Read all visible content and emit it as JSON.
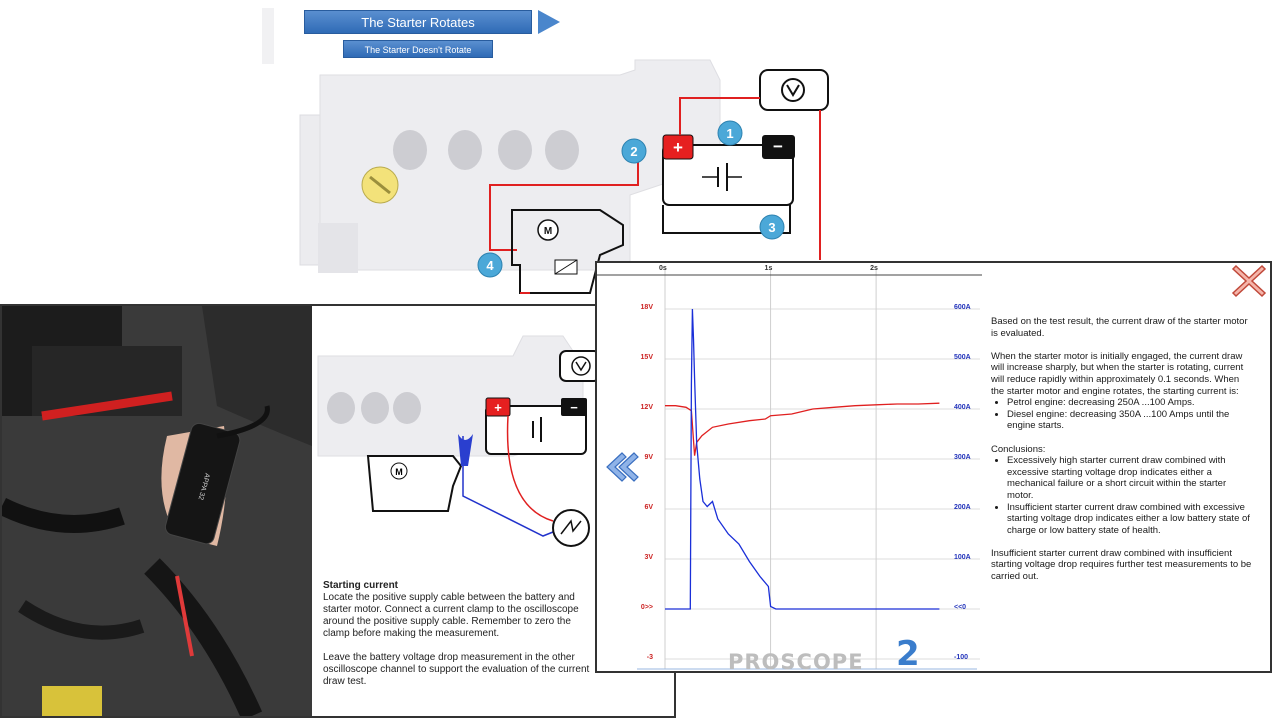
{
  "nav": {
    "primary_label": "The Starter Rotates",
    "secondary_label": "The Starter Doesn't Rotate"
  },
  "diagram": {
    "step_badges": [
      "1",
      "2",
      "3",
      "4"
    ],
    "battery_plus": "+",
    "battery_minus": "−",
    "motor_label": "M"
  },
  "instructions": {
    "title": "Starting current",
    "paragraph_1": "Locate the positive supply cable between the battery and starter motor. Connect a current clamp to the oscilloscope around the positive supply cable. Remember to zero the clamp before making the measurement.",
    "paragraph_2": "Leave the battery voltage drop measurement in the other oscilloscope channel to support the evaluation of the current draw test."
  },
  "photo": {
    "device_label": "APPA 32"
  },
  "chart_data": {
    "type": "line",
    "x_ticks": [
      "0s",
      "1s",
      "2s"
    ],
    "left_axis_ticks": [
      "18V",
      "15V",
      "12V",
      "9V",
      "6V",
      "3V",
      "0>>",
      "-3"
    ],
    "right_axis_ticks": [
      "600A",
      "500A",
      "400A",
      "300A",
      "200A",
      "100A",
      "<<0",
      "-100"
    ],
    "xlim": [
      0,
      2.7
    ],
    "ylim_left": [
      -3,
      18
    ],
    "ylim_right": [
      -100,
      600
    ],
    "series": [
      {
        "axis": "left",
        "color": "#e02020",
        "x": [
          0,
          0.1,
          0.2,
          0.25,
          0.28,
          0.3,
          0.35,
          0.45,
          0.6,
          0.8,
          0.95,
          1.0,
          1.2,
          1.4,
          1.6,
          1.8,
          2.0,
          2.2,
          2.4,
          2.6
        ],
        "y": [
          12.2,
          12.2,
          12.1,
          11.9,
          9.2,
          10.0,
          10.4,
          10.9,
          11.1,
          11.3,
          11.4,
          11.6,
          11.7,
          12.0,
          12.1,
          12.2,
          12.25,
          12.3,
          12.3,
          12.35
        ]
      },
      {
        "axis": "right",
        "color": "#1a2fd8",
        "x": [
          0,
          0.2,
          0.24,
          0.25,
          0.26,
          0.27,
          0.28,
          0.3,
          0.33,
          0.36,
          0.4,
          0.45,
          0.5,
          0.6,
          0.7,
          0.8,
          0.9,
          0.98,
          1.0,
          1.05,
          1.2,
          1.5,
          1.8,
          2.1,
          2.4,
          2.6
        ],
        "y": [
          0,
          0,
          0,
          450,
          600,
          540,
          460,
          330,
          260,
          215,
          205,
          215,
          180,
          150,
          130,
          95,
          65,
          45,
          5,
          0,
          0,
          0,
          0,
          0,
          0,
          0
        ]
      }
    ]
  },
  "scope_text": {
    "p1": "Based on the test result, the current draw of the starter motor is evaluated.",
    "p2": "When the starter motor is initially engaged, the current draw will increase sharply, but when the starter is rotating, current will reduce rapidly within approximately 0.1 seconds. When the starter motor and engine rotates, the starting current is:",
    "bullets_1": [
      "Petrol engine: decreasing 250A ...100 Amps.",
      "Diesel engine: decreasing 350A ...100 Amps until the engine starts."
    ],
    "conclusions_title": "Conclusions:",
    "bullets_2": [
      "Excessively high starter current draw combined with excessive starting voltage drop indicates either a mechanical failure or a short circuit within the starter motor.",
      "Insufficient starter current draw combined with excessive starting voltage drop indicates either a low battery state of charge or low battery state of health."
    ],
    "p3": "Insufficient starter current draw combined with insufficient starting voltage drop requires further test measurements to be carried out."
  },
  "brand": {
    "name": "PROSCOPE",
    "version": "2"
  },
  "colors": {
    "accent_blue": "#3a7dcc",
    "voltage_trace": "#e02020",
    "current_trace": "#1a2fd8"
  }
}
